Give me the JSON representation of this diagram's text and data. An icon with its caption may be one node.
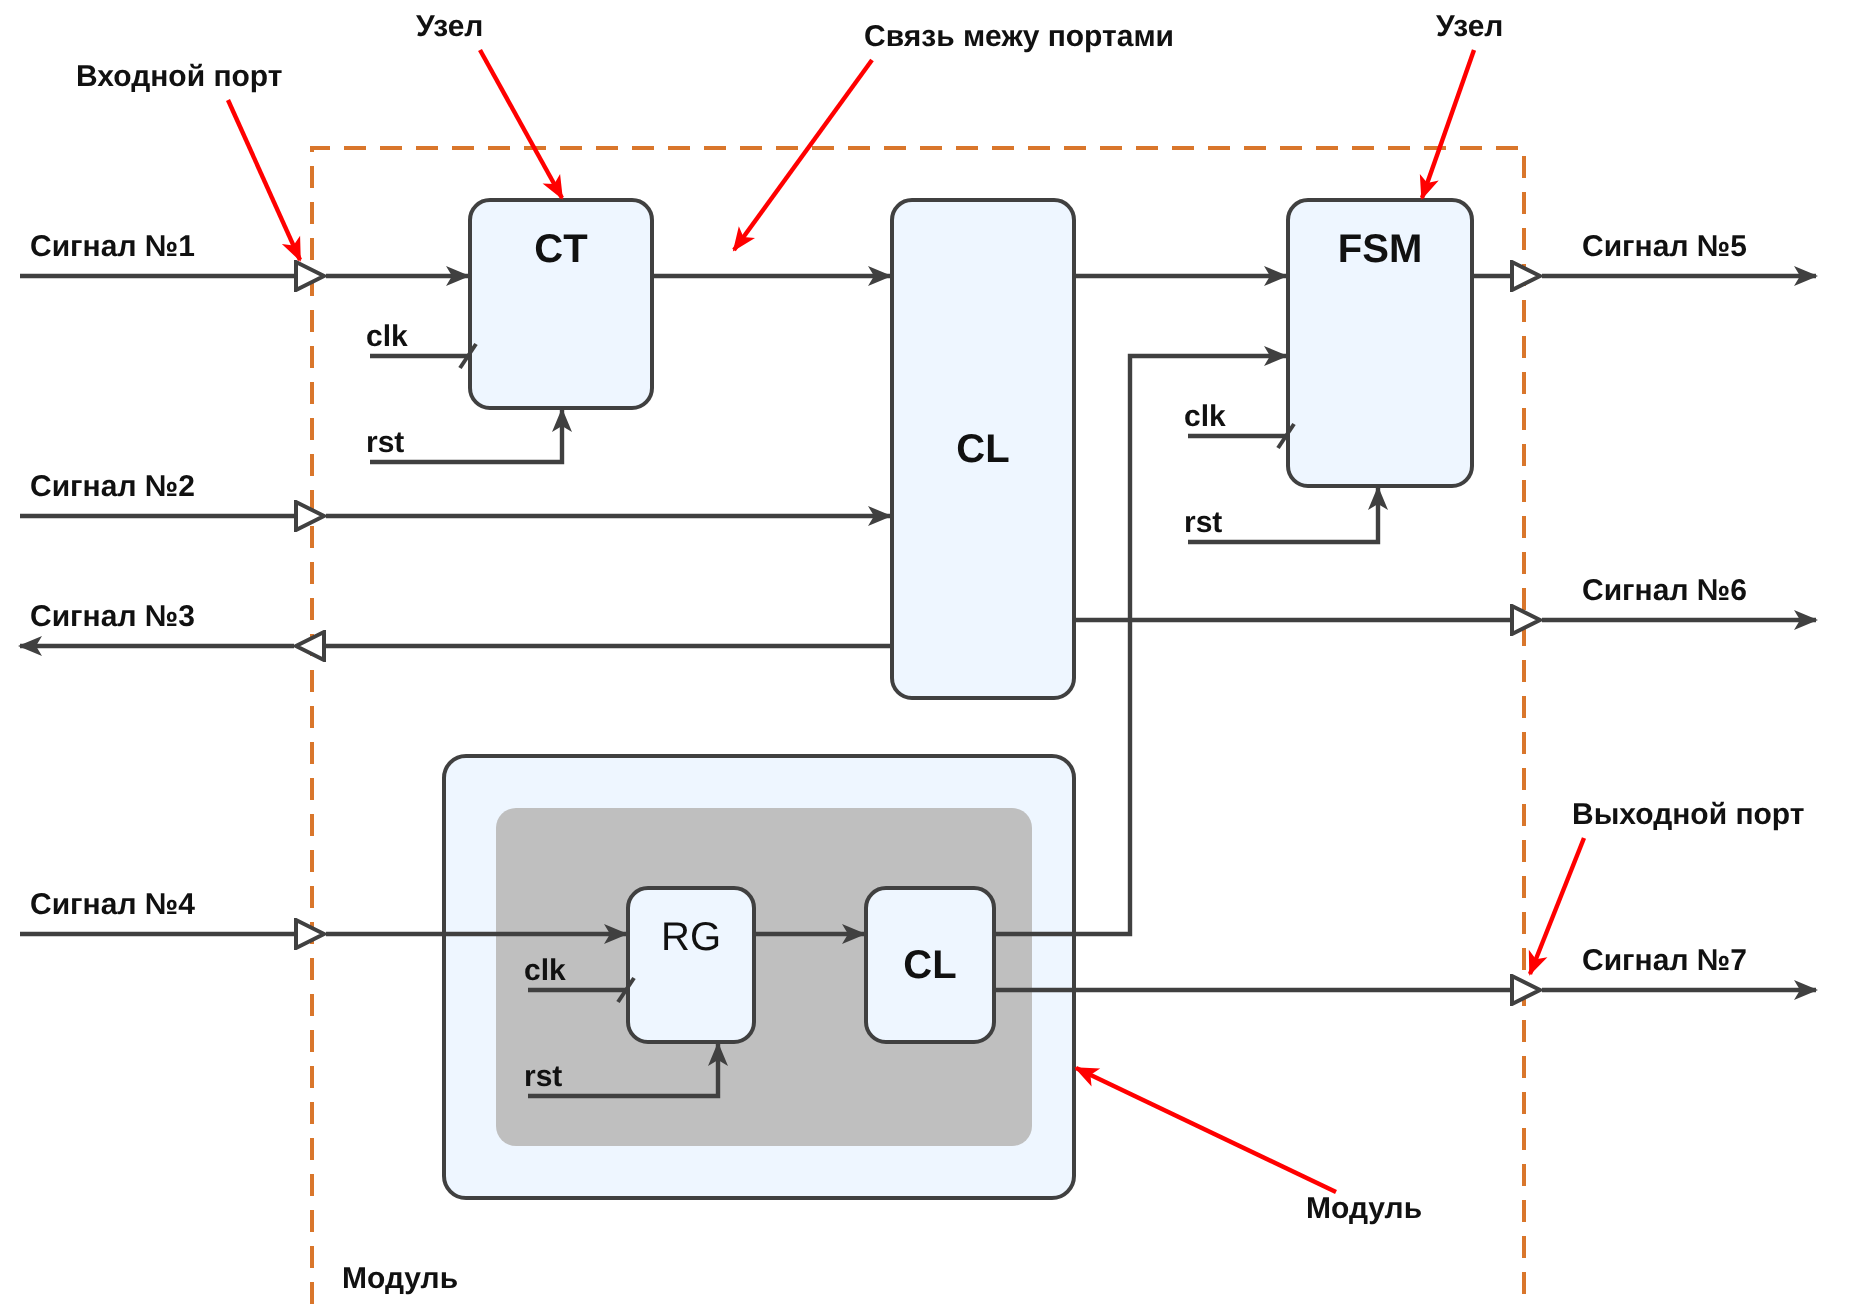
{
  "diagram": {
    "nodes": [
      {
        "text": [
          "Модуль"
        ]
      },
      {
        "text": [
          "CT"
        ],
        "in": 0
      },
      {
        "text": [
          "CL"
        ],
        "in": 0
      },
      {
        "text": [
          "FSM"
        ],
        "in": 0
      },
      {
        "text": [],
        "shape": "box",
        "in": 0
      },
      {
        "text": [],
        "shape": "box",
        "in": 4
      },
      {
        "text": [
          "RG"
        ],
        "in": 5
      },
      {
        "text": [
          "CL"
        ],
        "in": 5
      },
      {
        "text": [],
        "shape": "triangle"
      },
      {
        "text": [],
        "shape": "triangle"
      },
      {
        "text": [],
        "shape": "triangle"
      },
      {
        "text": [],
        "shape": "triangle"
      },
      {
        "text": [],
        "shape": "triangle"
      },
      {
        "text": [],
        "shape": "triangle"
      },
      {
        "text": [],
        "shape": "triangle"
      },
      {
        "text": [
          "clk"
        ],
        "in": 0
      },
      {
        "text": [
          "rst"
        ],
        "in": 0
      },
      {
        "text": [
          "clk"
        ],
        "in": 0
      },
      {
        "text": [
          "rst"
        ],
        "in": 0
      },
      {
        "text": [
          "clk"
        ],
        "in": 5
      },
      {
        "text": [
          "rst"
        ],
        "in": 5
      },
      {
        "text": [
          "Входной порт"
        ]
      },
      {
        "text": [
          "Узел"
        ]
      },
      {
        "text": [
          "Связь межу портами"
        ]
      },
      {
        "text": [
          "Узел"
        ]
      },
      {
        "text": [
          "Выходной порт"
        ]
      },
      {
        "text": [
          "Модуль"
        ],
        "in": 0
      }
    ],
    "edges": [
      {
        "from": null,
        "to": 8,
        "arrow": "none",
        "label": "Сигнал №1"
      },
      {
        "from": 8,
        "to": 1,
        "arrow": "to"
      },
      {
        "from": 1,
        "to": 2,
        "arrow": "to"
      },
      {
        "from": 2,
        "to": 3,
        "arrow": "to"
      },
      {
        "from": 3,
        "to": 12,
        "arrow": "none"
      },
      {
        "from": 12,
        "to": null,
        "arrow": "to",
        "label": "Сигнал №5"
      },
      {
        "from": 15,
        "to": 1,
        "arrow": "other"
      },
      {
        "from": 16,
        "to": 1,
        "arrow": "to"
      },
      {
        "from": 17,
        "to": 3,
        "arrow": "other"
      },
      {
        "from": 18,
        "to": 3,
        "arrow": "to"
      },
      {
        "from": null,
        "to": 9,
        "arrow": "none",
        "label": "Сигнал №2"
      },
      {
        "from": 9,
        "to": 2,
        "arrow": "to"
      },
      {
        "from": 2,
        "to": 10,
        "arrow": "none"
      },
      {
        "from": 10,
        "to": null,
        "arrow": "to",
        "label": "Сигнал №3"
      },
      {
        "from": 2,
        "to": 13,
        "arrow": "none"
      },
      {
        "from": 13,
        "to": null,
        "arrow": "to",
        "label": "Сигнал №6"
      },
      {
        "from": null,
        "to": 11,
        "arrow": "none",
        "label": "Сигнал №4"
      },
      {
        "from": 11,
        "to": 6,
        "arrow": "to"
      },
      {
        "from": 19,
        "to": 6,
        "arrow": "other"
      },
      {
        "from": 20,
        "to": 6,
        "arrow": "to"
      },
      {
        "from": 6,
        "to": 7,
        "arrow": "to"
      },
      {
        "from": 7,
        "to": 3,
        "arrow": "to"
      },
      {
        "from": 7,
        "to": 14,
        "arrow": "none"
      },
      {
        "from": 14,
        "to": null,
        "arrow": "to",
        "label": "Сигнал №7"
      },
      {
        "from": 21,
        "to": 8,
        "arrow": "to",
        "color": "#ff0000"
      },
      {
        "from": 22,
        "to": 1,
        "arrow": "to",
        "color": "#ff0000"
      },
      {
        "from": 23,
        "to": null,
        "arrow": "to",
        "color": "#ff0000"
      },
      {
        "from": 24,
        "to": 3,
        "arrow": "to",
        "color": "#ff0000"
      },
      {
        "from": 25,
        "to": 14,
        "arrow": "to",
        "color": "#ff0000"
      },
      {
        "from": 26,
        "to": 4,
        "arrow": "to",
        "color": "#ff0000"
      }
    ]
  }
}
